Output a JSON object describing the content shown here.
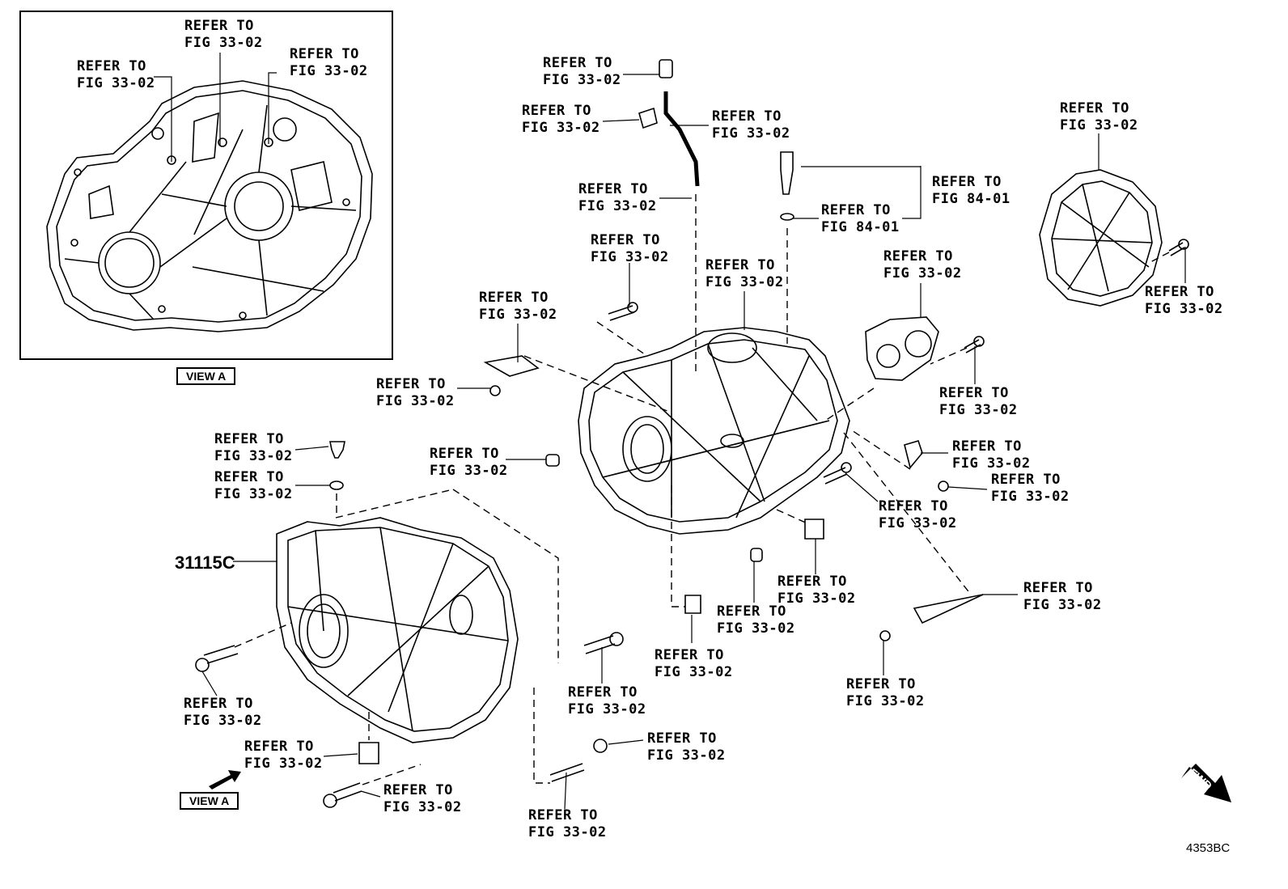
{
  "refer_text": "REFER TO",
  "labels": [
    {
      "id": "v1",
      "fig": "FIG 33-02"
    },
    {
      "id": "v2",
      "fig": "FIG 33-02"
    },
    {
      "id": "v3",
      "fig": "FIG 33-02"
    },
    {
      "id": "t1",
      "fig": "FIG 33-02"
    },
    {
      "id": "t2",
      "fig": "FIG 33-02"
    },
    {
      "id": "t3",
      "fig": "FIG 33-02"
    },
    {
      "id": "t4",
      "fig": "FIG 33-02"
    },
    {
      "id": "s1",
      "fig": "FIG 84-01"
    },
    {
      "id": "s2",
      "fig": "FIG 84-01"
    },
    {
      "id": "c1",
      "fig": "FIG 33-02"
    },
    {
      "id": "c2",
      "fig": "FIG 33-02"
    },
    {
      "id": "b1",
      "fig": "FIG 33-02"
    },
    {
      "id": "b2",
      "fig": "FIG 33-02"
    },
    {
      "id": "b3",
      "fig": "FIG 33-02"
    },
    {
      "id": "b4",
      "fig": "FIG 33-02"
    },
    {
      "id": "b5",
      "fig": "FIG 33-02"
    },
    {
      "id": "p1",
      "fig": "FIG 33-02"
    },
    {
      "id": "p2",
      "fig": "FIG 33-02"
    },
    {
      "id": "d1",
      "fig": "FIG 33-02"
    },
    {
      "id": "r1",
      "fig": "FIG 33-02"
    },
    {
      "id": "r2",
      "fig": "FIG 33-02"
    },
    {
      "id": "r3",
      "fig": "FIG 33-02"
    },
    {
      "id": "r4",
      "fig": "FIG 33-02"
    },
    {
      "id": "r5",
      "fig": "FIG 33-02"
    },
    {
      "id": "r6",
      "fig": "FIG 33-02"
    },
    {
      "id": "r7",
      "fig": "FIG 33-02"
    },
    {
      "id": "r8",
      "fig": "FIG 33-02"
    },
    {
      "id": "r9",
      "fig": "FIG 33-02"
    },
    {
      "id": "r10",
      "fig": "FIG 33-02"
    },
    {
      "id": "l1",
      "fig": "FIG 33-02"
    },
    {
      "id": "l2",
      "fig": "FIG 33-02"
    },
    {
      "id": "l3",
      "fig": "FIG 33-02"
    },
    {
      "id": "l4",
      "fig": "FIG 33-02"
    },
    {
      "id": "l5",
      "fig": "FIG 33-02"
    }
  ],
  "part_number": "31115C",
  "view_label_top": "VIEW A",
  "view_label_bottom": "VIEW A",
  "fwd_label": "FWD",
  "diagram_code": "4353BC"
}
